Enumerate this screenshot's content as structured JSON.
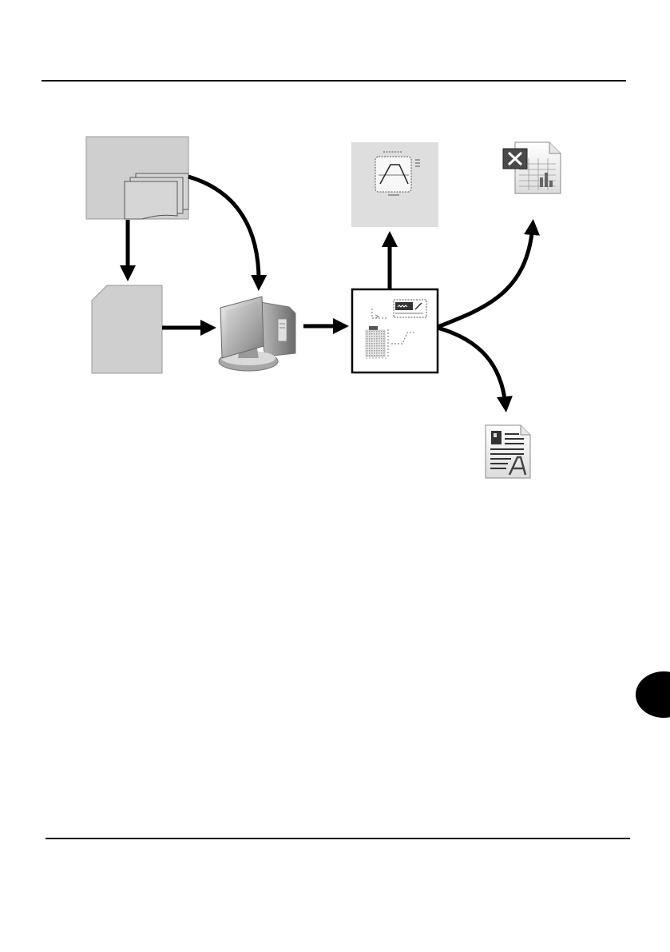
{
  "page": {
    "background": "#ffffff",
    "rule_color": "#111111",
    "thumb_tab_color": "#000000"
  },
  "diagram": {
    "nodes": [
      {
        "id": "scanner-documents",
        "icon": "document-stack-icon"
      },
      {
        "id": "memory-card",
        "icon": "sd-card-icon"
      },
      {
        "id": "computer",
        "icon": "desktop-computer-icon"
      },
      {
        "id": "application-window",
        "icon": "application-window-icon"
      },
      {
        "id": "graph-output",
        "icon": "graph-file-icon"
      },
      {
        "id": "spreadsheet-output",
        "icon": "spreadsheet-file-icon"
      },
      {
        "id": "document-output",
        "icon": "text-document-icon"
      }
    ],
    "edges": [
      {
        "from": "scanner-documents",
        "to": "memory-card"
      },
      {
        "from": "scanner-documents",
        "to": "computer"
      },
      {
        "from": "memory-card",
        "to": "computer"
      },
      {
        "from": "computer",
        "to": "application-window"
      },
      {
        "from": "application-window",
        "to": "graph-output"
      },
      {
        "from": "application-window",
        "to": "spreadsheet-output"
      },
      {
        "from": "application-window",
        "to": "document-output"
      }
    ]
  }
}
